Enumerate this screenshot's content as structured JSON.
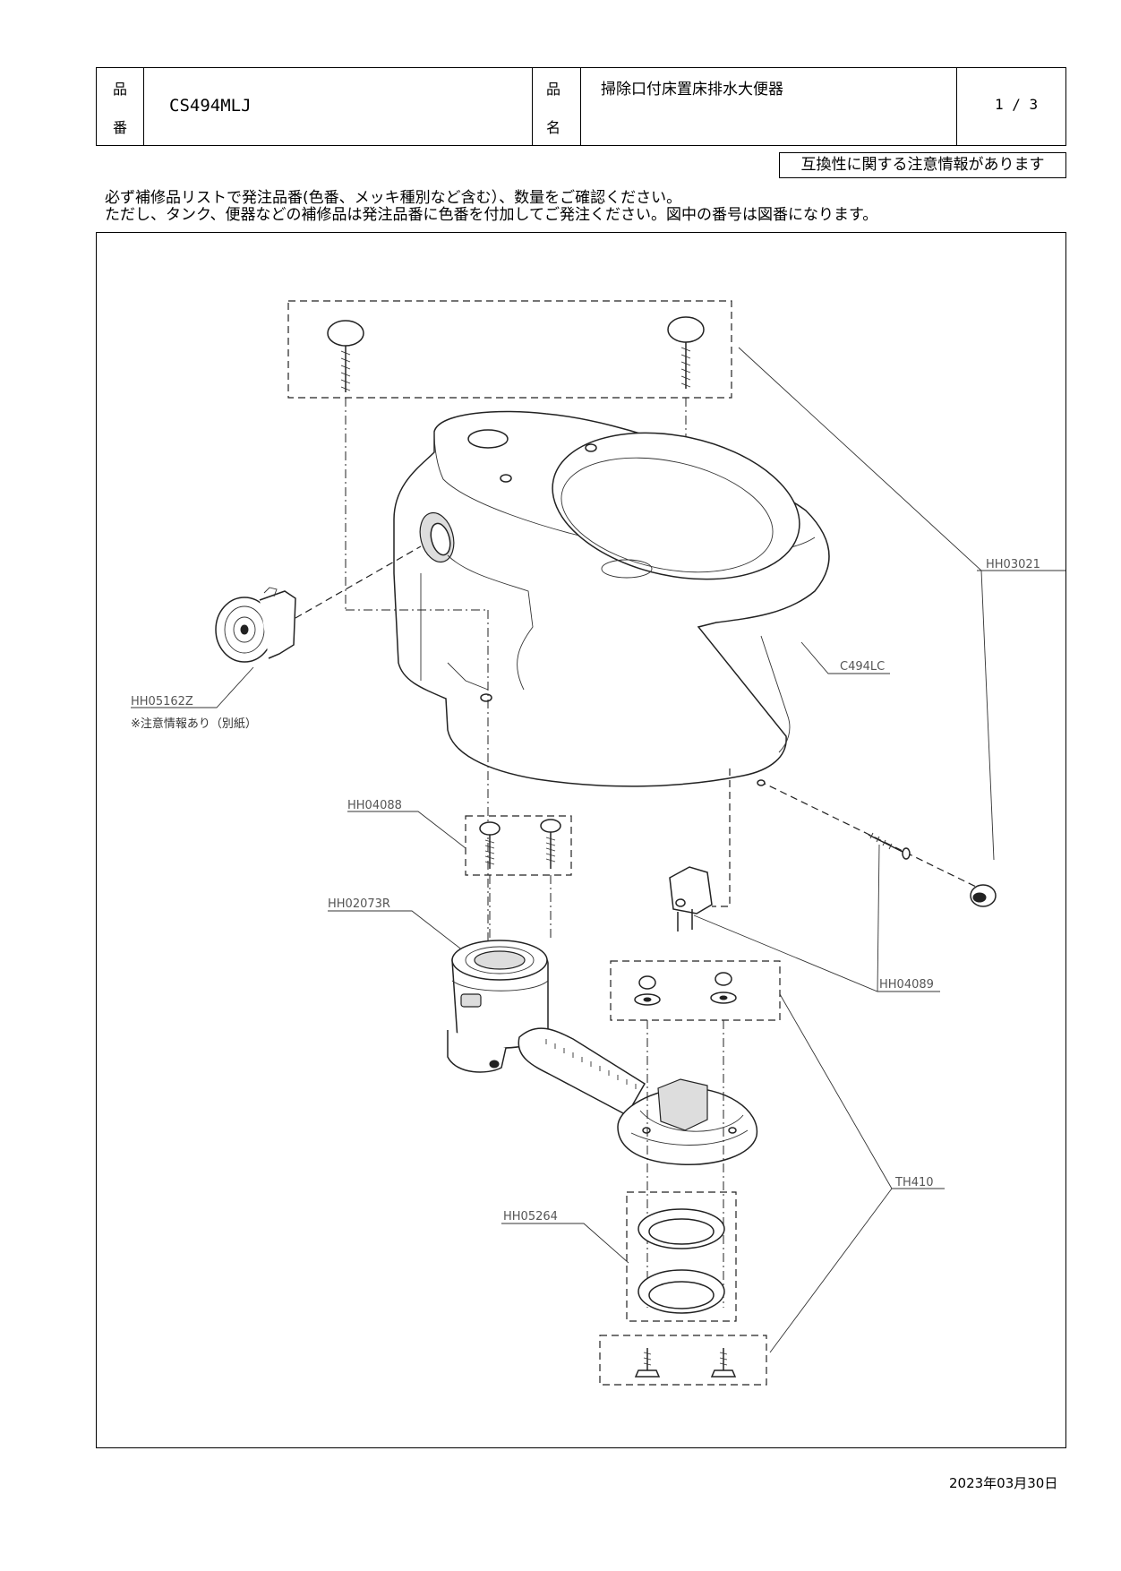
{
  "header": {
    "part_no_label_1": "品",
    "part_no_label_2": "番",
    "part_no": "CS494MLJ",
    "name_label_1": "品",
    "name_label_2": "名",
    "product_name": "掃除口付床置床排水大便器",
    "page": "1 / 3"
  },
  "notice": "互換性に関する注意情報があります",
  "instructions": [
    "必ず補修品リストで発注品番(色番、メッキ種別など含む）、数量をご確認ください。",
    "ただし、タンク、便器などの補修品は発注品番に色番を付加してご発注ください。図中の番号は図番になります。"
  ],
  "parts": {
    "hh03021": "HH03021",
    "c494lc": "C494LC",
    "hh05162z": "HH05162Z",
    "hh05162z_note": "※注意情報あり（別紙）",
    "hh04088": "HH04088",
    "hh02073r": "HH02073R",
    "hh04089": "HH04089",
    "th410": "TH410",
    "hh05264": "HH05264"
  },
  "date": "2023年03月30日"
}
